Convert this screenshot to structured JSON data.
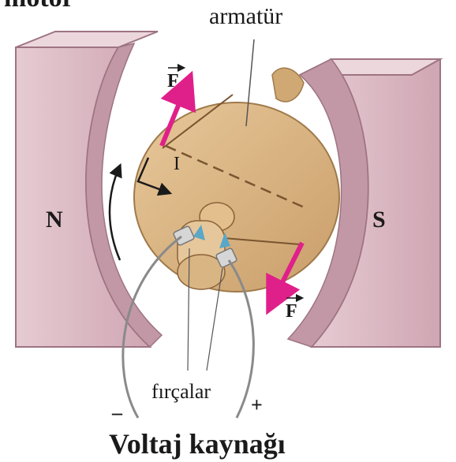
{
  "diagram": {
    "title_partial": "motor",
    "armature_label": "armatür",
    "north_label": "N",
    "south_label": "S",
    "force_label": "F",
    "current_label": "I",
    "brushes_label": "fırçalar",
    "minus_label": "–",
    "plus_label": "+",
    "source_label": "Voltaj kaynağı"
  },
  "colors": {
    "magnet": "#d9b9c3",
    "magnet_dark": "#b98e9b",
    "armature": "#dcb586",
    "armature_dark": "#b48a57",
    "force_arrow": "#e0208a",
    "brush": "#5aa7c8",
    "wire": "#8a8a8a"
  }
}
